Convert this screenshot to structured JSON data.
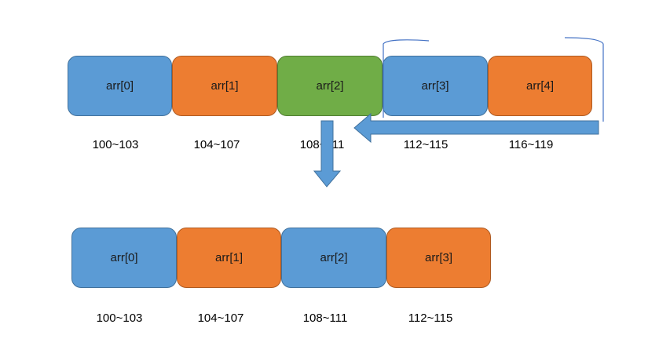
{
  "colors": {
    "blue": "#5b9bd5",
    "orange": "#ed7d31",
    "green": "#70ad47",
    "arrow": "#5b9bd5",
    "bracket": "#4472c4"
  },
  "top_row": {
    "cells": [
      {
        "label": "arr[0]",
        "color": "blue"
      },
      {
        "label": "arr[1]",
        "color": "orange"
      },
      {
        "label": "arr[2]",
        "color": "green"
      },
      {
        "label": "arr[3]",
        "color": "blue"
      },
      {
        "label": "arr[4]",
        "color": "orange"
      }
    ],
    "addresses": [
      "100~103",
      "104~107",
      "108~111",
      "112~115",
      "116~119"
    ]
  },
  "bottom_row": {
    "cells": [
      {
        "label": "arr[0]",
        "color": "blue"
      },
      {
        "label": "arr[1]",
        "color": "orange"
      },
      {
        "label": "arr[2]",
        "color": "blue"
      },
      {
        "label": "arr[3]",
        "color": "orange"
      }
    ],
    "addresses": [
      "100~103",
      "104~107",
      "108~111",
      "112~115"
    ]
  }
}
